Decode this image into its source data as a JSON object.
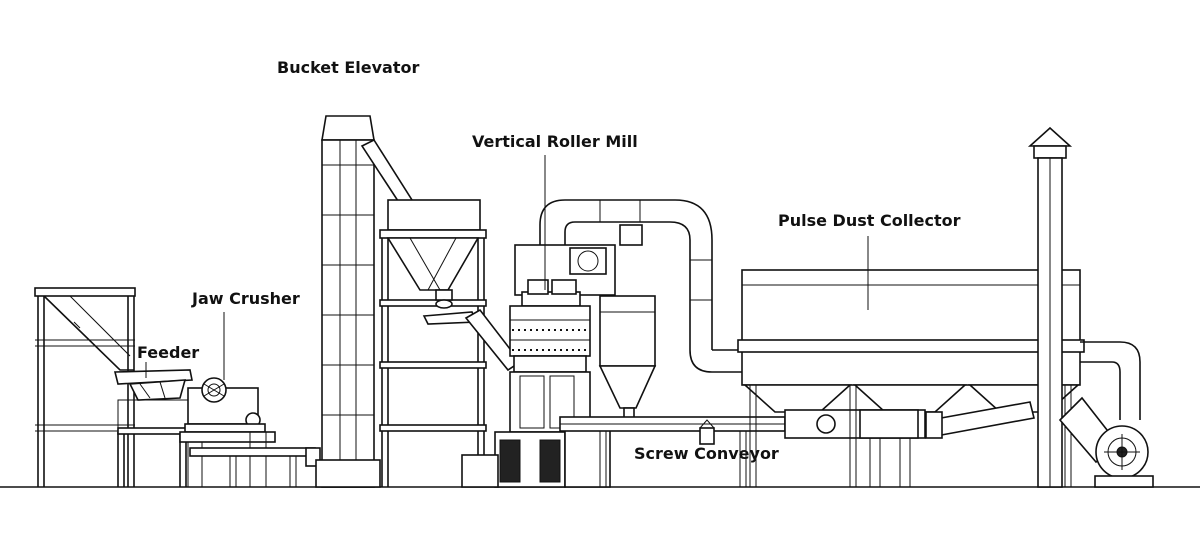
{
  "labels": {
    "bucket_elevator": "Bucket Elevator",
    "vertical_roller_mill": "Vertical Roller Mill",
    "pulse_dust_collector": "Pulse Dust Collector",
    "jaw_crusher": "Jaw Crusher",
    "feeder": "Feeder",
    "screw_conveyor": "Screw Conveyor"
  },
  "colors": {
    "line": "#111111",
    "background": "#ffffff"
  }
}
